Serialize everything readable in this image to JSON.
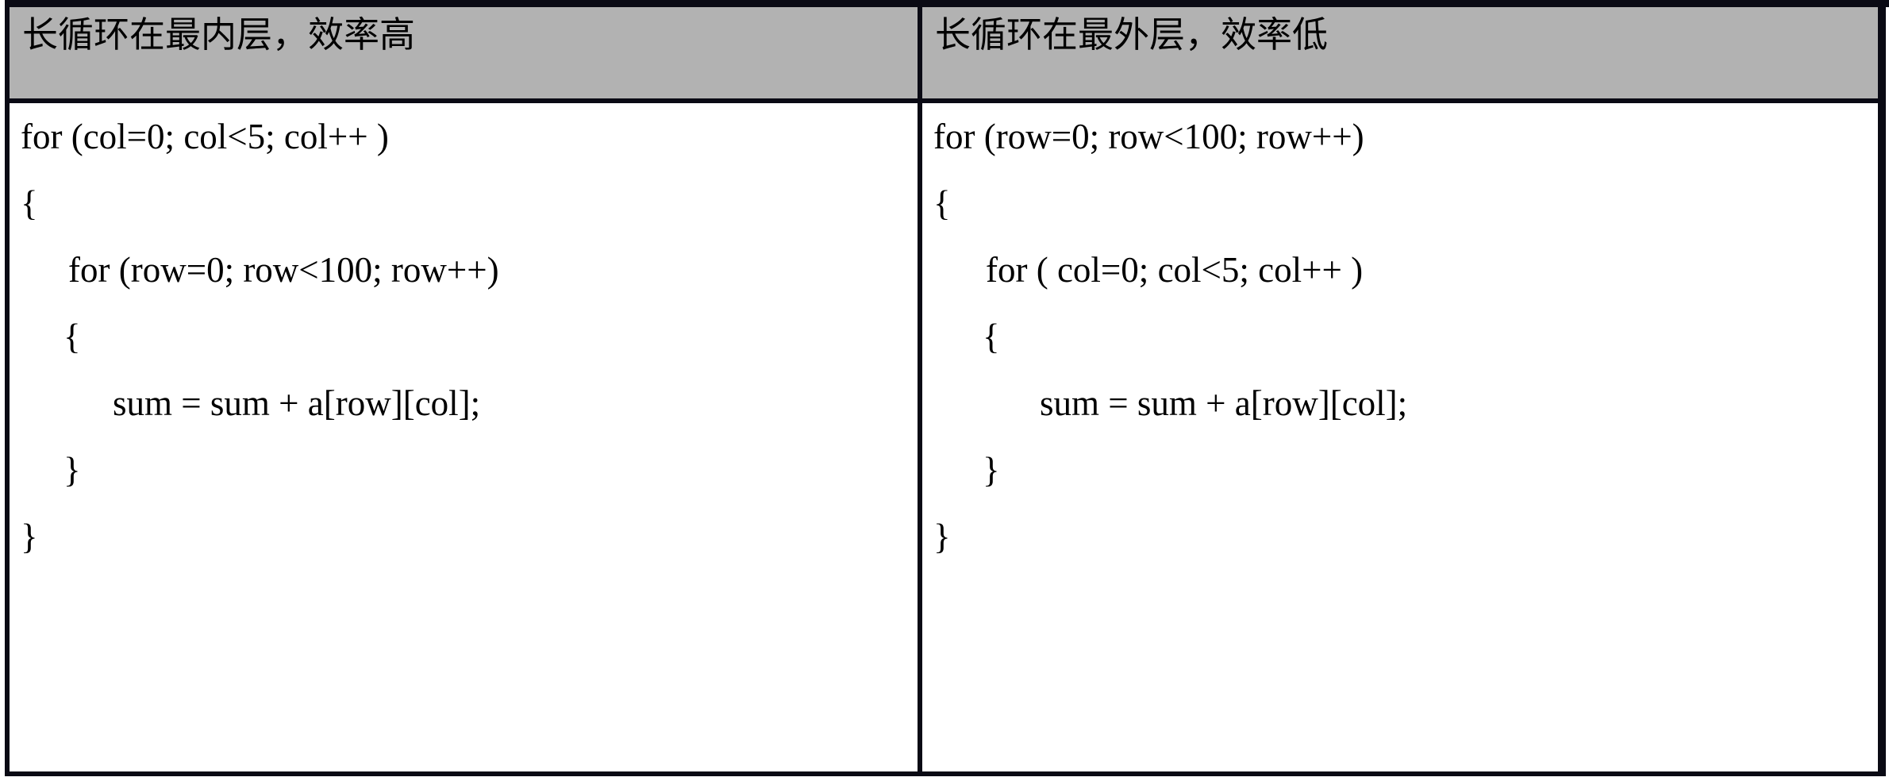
{
  "table": {
    "columns": [
      {
        "id": "inner-long-loop",
        "header": "长循环在最内层，效率高",
        "code_lines": [
          "for (col=0; col<5; col++ )",
          "{",
          "for (row=0; row<100; row++)",
          "{",
          "sum = sum + a[row][col];",
          "}",
          "}"
        ],
        "indent_levels": [
          0,
          0,
          1,
          2,
          3,
          2,
          0
        ]
      },
      {
        "id": "outer-long-loop",
        "header": "长循环在最外层，效率低",
        "code_lines": [
          "for (row=0; row<100; row++)",
          "{",
          "for ( col=0; col<5; col++ )",
          "{",
          "sum = sum + a[row][col];",
          "}",
          "}"
        ],
        "indent_levels": [
          0,
          0,
          1,
          2,
          3,
          2,
          0
        ]
      }
    ]
  },
  "colors": {
    "header_background": "#b2b2b2",
    "body_background": "#ffffff",
    "border": "#0a0a14",
    "text": "#000000"
  }
}
